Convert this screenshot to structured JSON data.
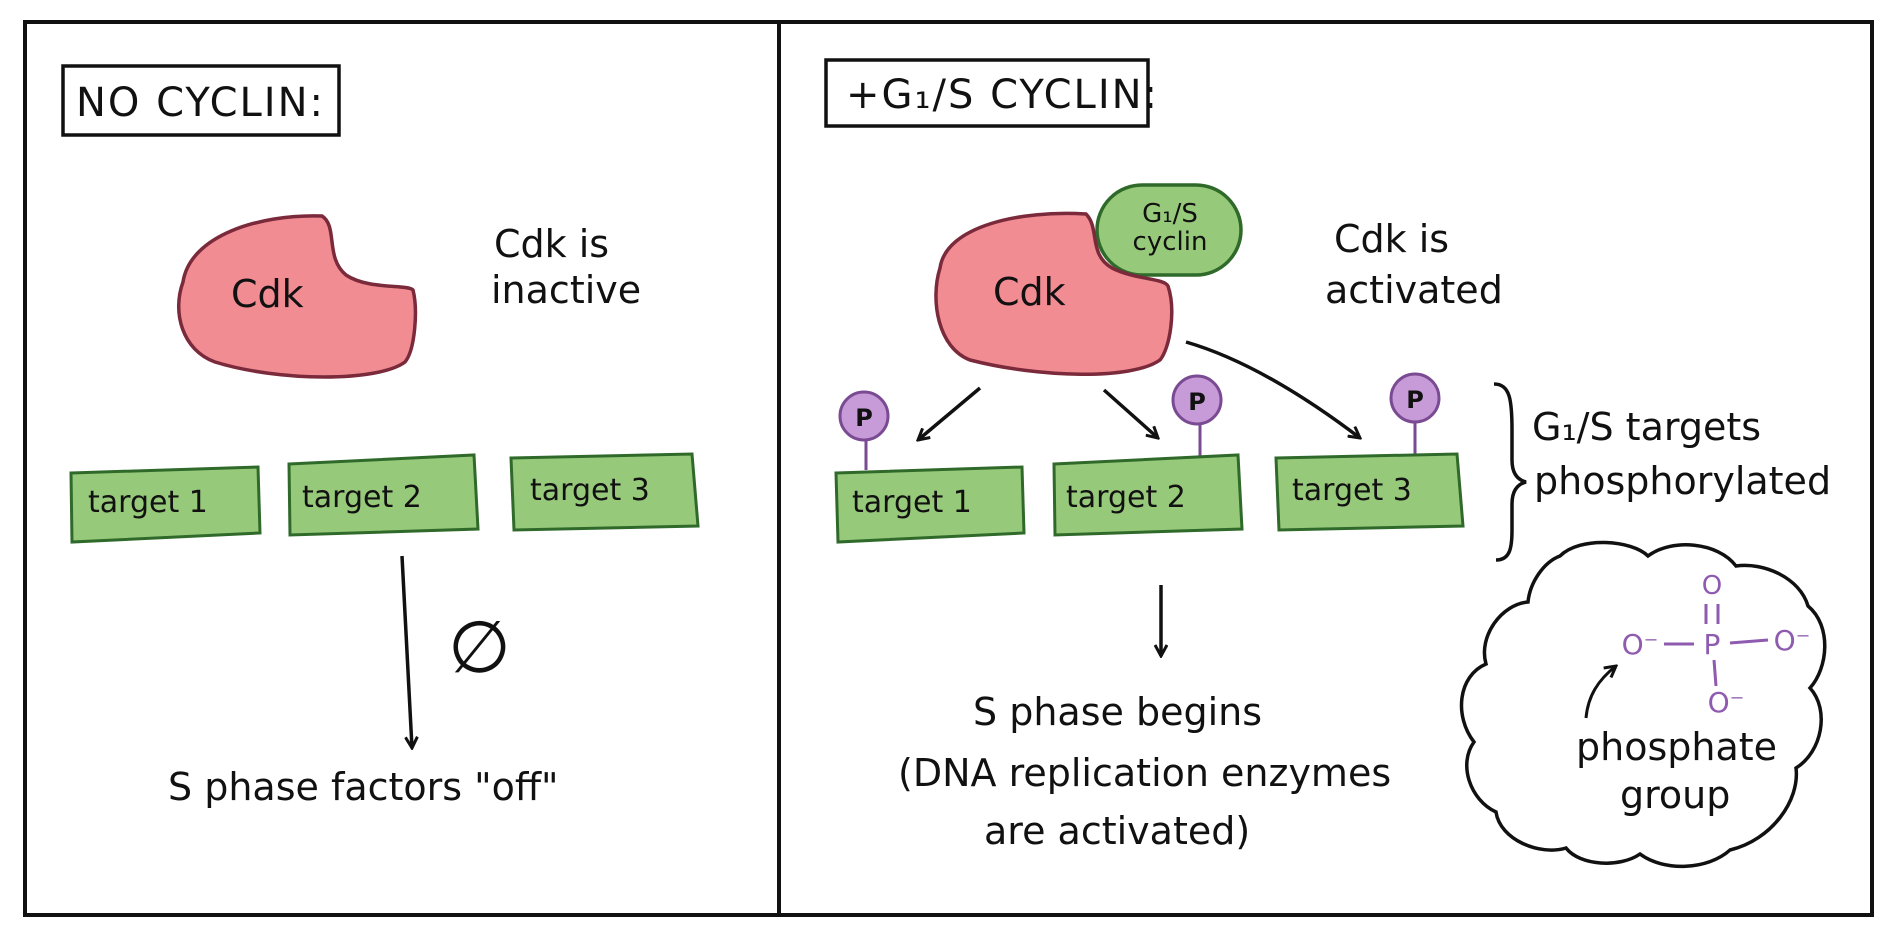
{
  "left_panel": {
    "title": "NO CYCLIN:",
    "cdk_label": "Cdk",
    "status_line1": "Cdk is",
    "status_line2": "inactive",
    "targets": [
      "target 1",
      "target 2",
      "target 3"
    ],
    "null_symbol": "∅",
    "result": "S phase factors \"off\""
  },
  "right_panel": {
    "title": "+G₁/S CYCLIN:",
    "cdk_label": "Cdk",
    "cyclin_line1": "G₁/S",
    "cyclin_line2": "cyclin",
    "status_line1": "Cdk is",
    "status_line2": "activated",
    "targets": [
      "target 1",
      "target 2",
      "target 3"
    ],
    "phospho_label": "P",
    "brace_line1": "G₁/S targets",
    "brace_line2": "phosphorylated",
    "result_line1": "S phase begins",
    "result_line2": "(DNA replication enzymes",
    "result_line3": "are activated)",
    "phosphate": {
      "atom_p": "P",
      "atom_o": "O",
      "o_minus": "O⁻",
      "label_line1": "phosphate",
      "label_line2": "group"
    }
  },
  "colors": {
    "cdk_fill": "#f28c93",
    "cdk_stroke": "#7a2a3a",
    "target_fill": "#97c97a",
    "target_stroke": "#2f6a2a",
    "phospho_fill": "#c79bd8",
    "phospho_stroke": "#7a4a92"
  }
}
